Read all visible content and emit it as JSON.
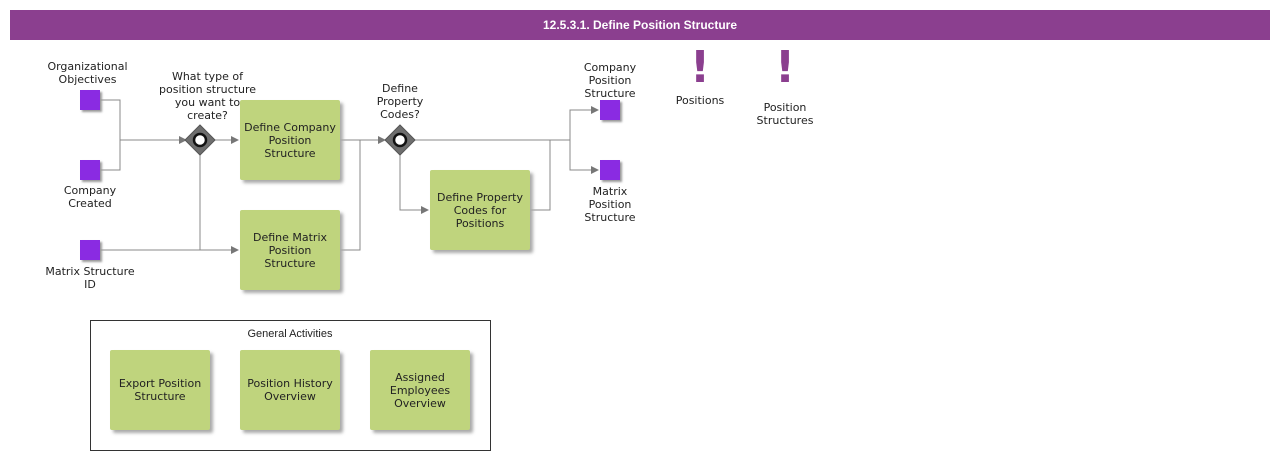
{
  "title": "12.5.3.1. Define Position Structure",
  "colors": {
    "header": "#8b3f8f",
    "task": "#bfd47d",
    "data_object": "#8a2be2"
  },
  "inputs": {
    "organizational_objectives": [
      "Organizational",
      "Objectives"
    ],
    "company_created": [
      "Company",
      "Created"
    ],
    "matrix_structure_id": [
      "Matrix Structure",
      "ID"
    ]
  },
  "gateways": {
    "structure_type": [
      "What type of",
      "position structure",
      "you want to",
      "create?"
    ],
    "define_property_codes": [
      "Define",
      "Property",
      "Codes?"
    ]
  },
  "tasks": {
    "define_company": [
      "Define Company",
      "Position",
      "Structure"
    ],
    "define_matrix": [
      "Define Matrix",
      "Position",
      "Structure"
    ],
    "define_property_codes": [
      "Define Property",
      "Codes for",
      "Positions"
    ]
  },
  "outputs": {
    "company_position_structure": [
      "Company",
      "Position",
      "Structure"
    ],
    "matrix_position_structure": [
      "Matrix",
      "Position",
      "Structure"
    ]
  },
  "events": {
    "positions": [
      "Positions"
    ],
    "position_structures": [
      "Position",
      "Structures"
    ]
  },
  "general_activities": {
    "title": "General Activities",
    "export": [
      "Export Position",
      "Structure"
    ],
    "history": [
      "Position History",
      "Overview"
    ],
    "employees": [
      "Assigned",
      "Employees",
      "Overview"
    ]
  }
}
